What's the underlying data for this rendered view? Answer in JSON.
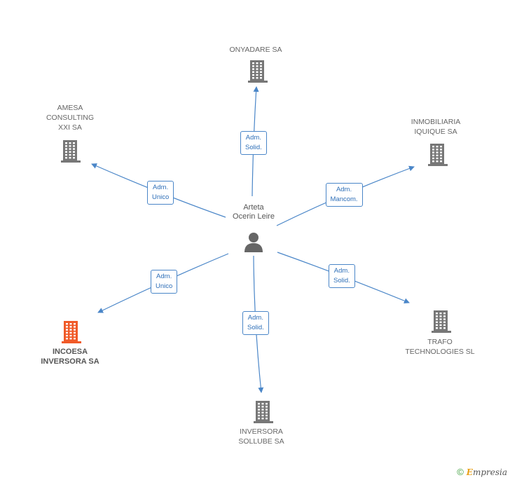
{
  "center": {
    "name": "Arteta\nOcerin Leire",
    "icon": "person-icon"
  },
  "companies": [
    {
      "id": "onyadare",
      "name": "ONYADARE SA",
      "highlight": false,
      "icon": "building-icon"
    },
    {
      "id": "amesa",
      "name": "AMESA\nCONSULTING\nXXI SA",
      "highlight": false,
      "icon": "building-icon"
    },
    {
      "id": "inmobiliaria",
      "name": "INMOBILIARIA\nIQUIQUE SA",
      "highlight": false,
      "icon": "building-icon"
    },
    {
      "id": "incoesa",
      "name": "INCOESA\nINVERSORA SA",
      "highlight": true,
      "icon": "building-icon"
    },
    {
      "id": "trafo",
      "name": "TRAFO\nTECHNOLOGIES SL",
      "highlight": false,
      "icon": "building-icon"
    },
    {
      "id": "inversora",
      "name": "INVERSORA\nSOLLUBE SA",
      "highlight": false,
      "icon": "building-icon"
    }
  ],
  "edges": [
    {
      "to": "onyadare",
      "label": "Adm.\nSolid."
    },
    {
      "to": "amesa",
      "label": "Adm.\nUnico"
    },
    {
      "to": "inmobiliaria",
      "label": "Adm.\nMancom."
    },
    {
      "to": "incoesa",
      "label": "Adm.\nUnico"
    },
    {
      "to": "trafo",
      "label": "Adm.\nSolid."
    },
    {
      "to": "inversora",
      "label": "Adm.\nSolid."
    }
  ],
  "colors": {
    "edge": "#4a86c8",
    "building": "#777777",
    "highlight": "#f05a28",
    "person": "#666666"
  },
  "footer": {
    "copyright": "©",
    "brand_initial": "E",
    "brand_rest": "mpresia"
  }
}
